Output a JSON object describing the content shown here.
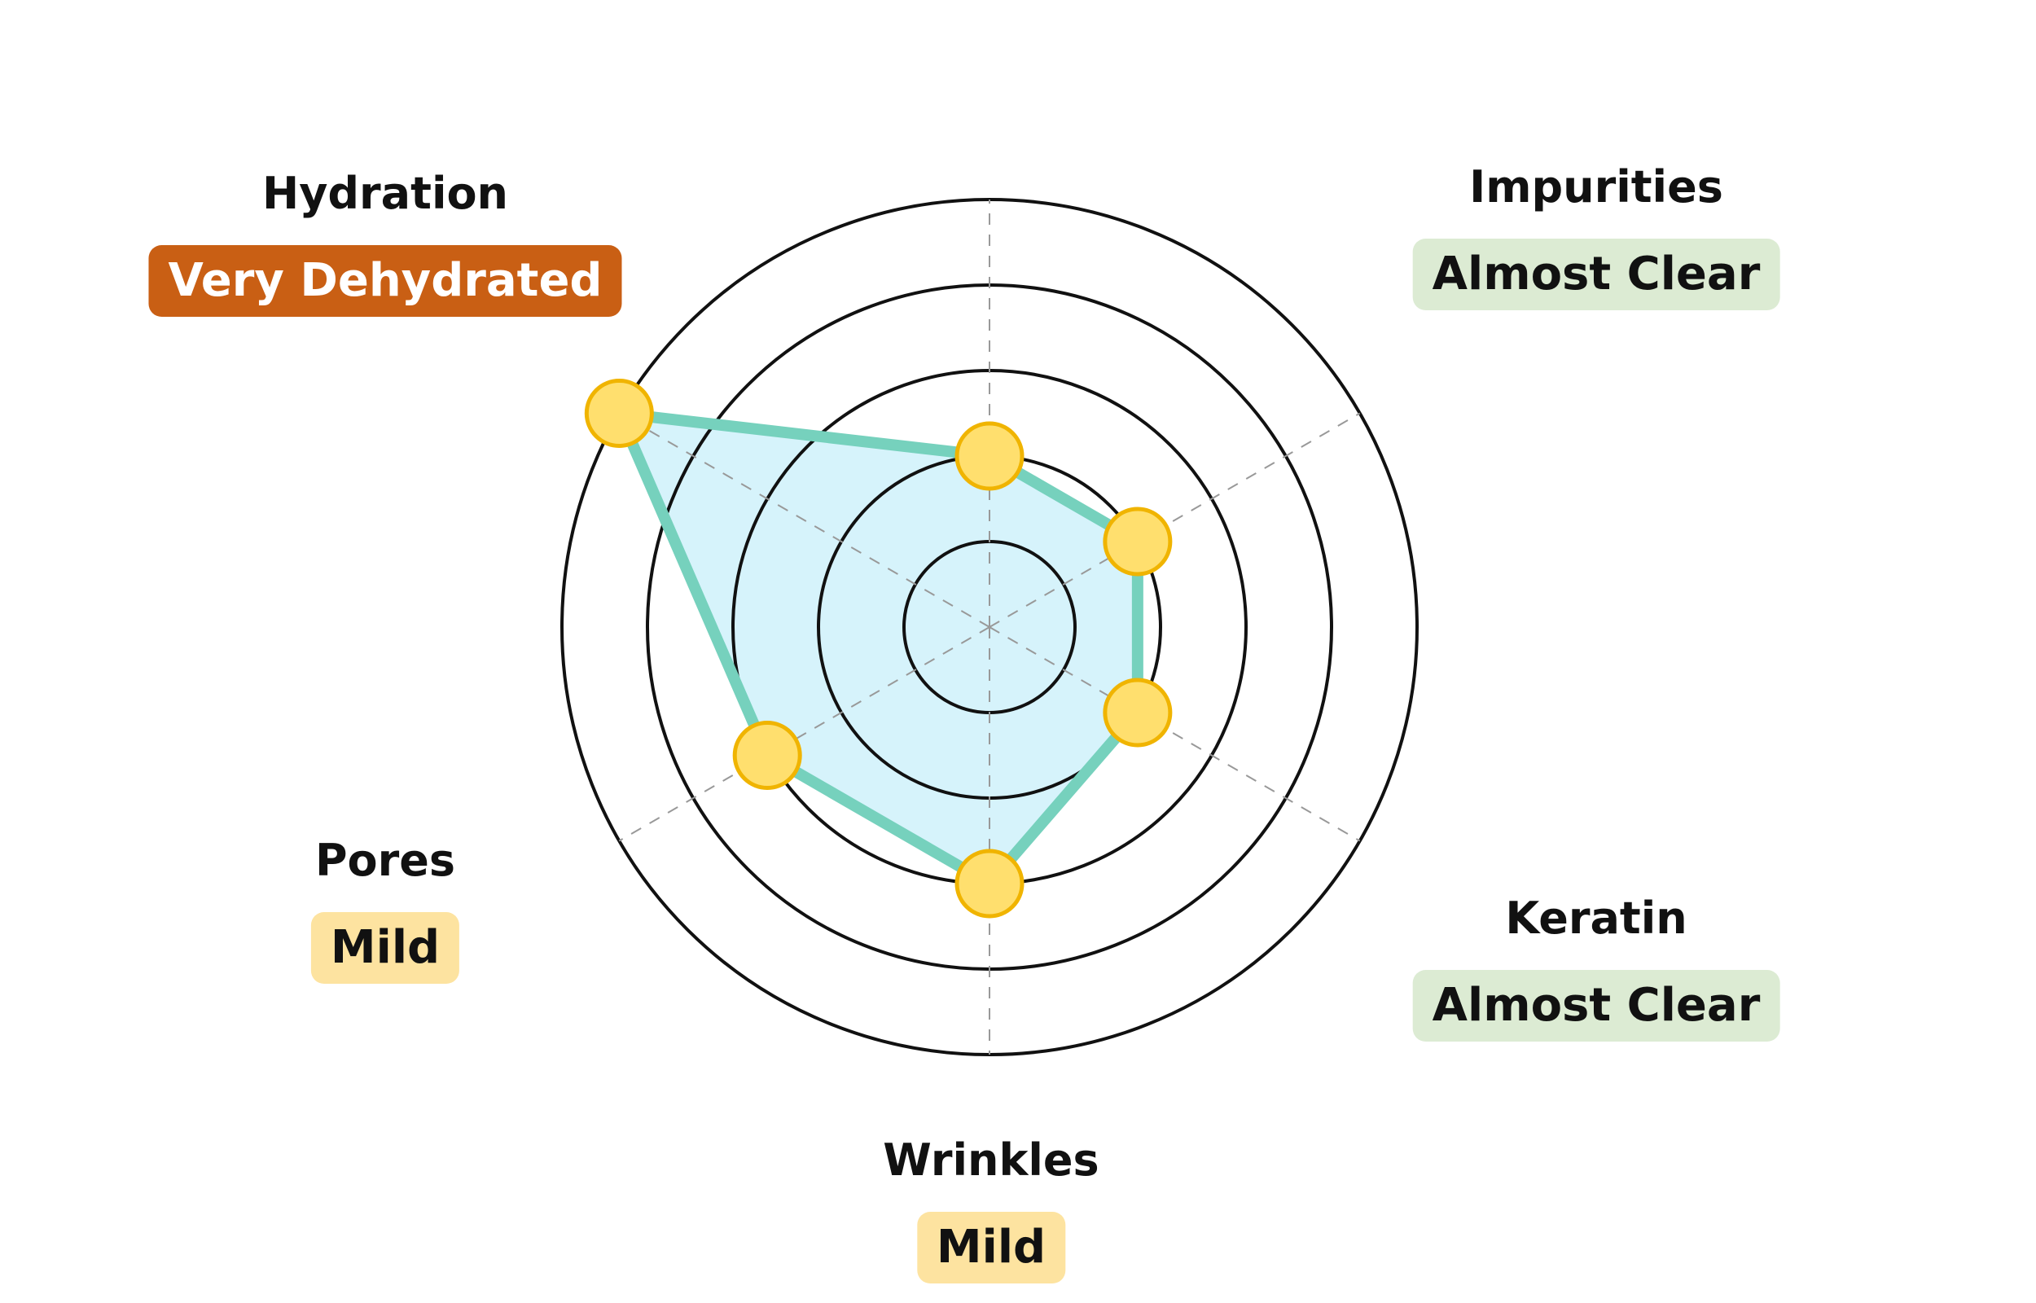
{
  "chart_data": {
    "type": "radar",
    "title": "",
    "rlim": [
      0,
      5
    ],
    "rings": [
      1,
      2,
      3,
      4,
      5
    ],
    "axes": [
      {
        "label": "",
        "value": 2,
        "status": ""
      },
      {
        "label": "Impurities",
        "value": 2,
        "status": "Almost Clear",
        "status_level": "good"
      },
      {
        "label": "Keratin",
        "value": 2,
        "status": "Almost Clear",
        "status_level": "good"
      },
      {
        "label": "Wrinkles",
        "value": 3,
        "status": "Mild",
        "status_level": "mild"
      },
      {
        "label": "Pores",
        "value": 3,
        "status": "Mild",
        "status_level": "mild"
      },
      {
        "label": "Hydration",
        "value": 5,
        "status": "Very Dehydrated",
        "status_level": "severe"
      }
    ]
  },
  "colors": {
    "line": "#76d1bd",
    "fill": "#d6f3fb",
    "point": "#ffdf6e",
    "point_stroke": "#f0b400",
    "ring": "#111111",
    "good_bg": "#dcebd3",
    "good_fg": "#111111",
    "mild_bg": "#fde3a0",
    "mild_fg": "#111111",
    "severe_bg": "#c95f14",
    "severe_fg": "#ffffff"
  }
}
